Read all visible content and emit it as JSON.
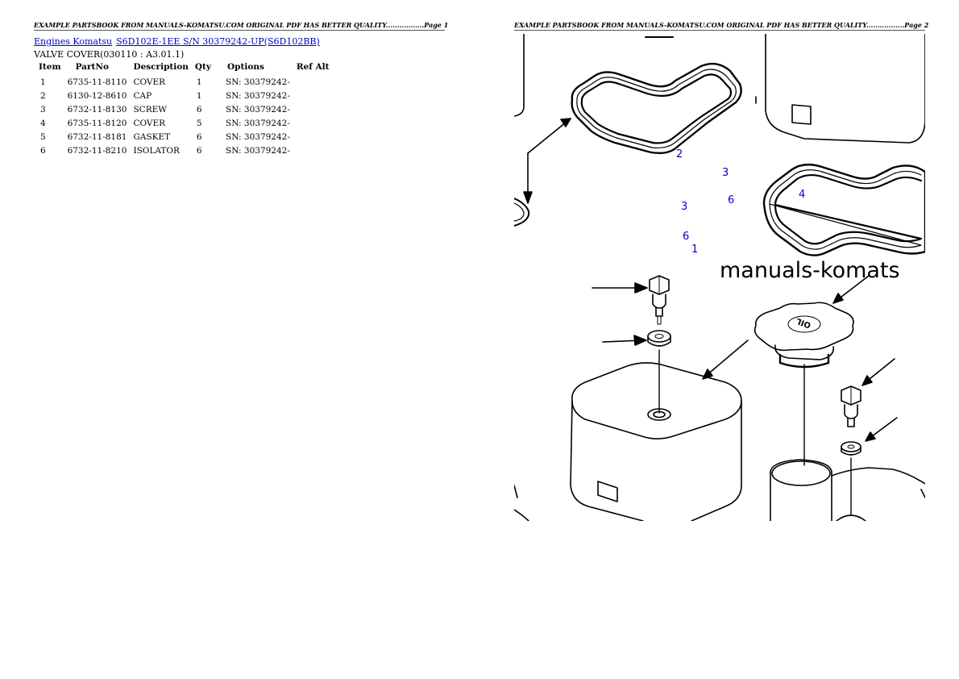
{
  "page1": {
    "header": "EXAMPLE PARTSBOOK FROM MANUALS-KOMATSU.COM ORIGINAL PDF HAS BETTER QUALITY.................Page 1",
    "breadcrumb": {
      "link1": "Engines Komatsu",
      "link2": "S6D102E-1EE S/N 30379242-UP(S6D102BB)"
    },
    "section_title": "VALVE COVER(030110 : A3.01.1)",
    "table": {
      "headers": [
        "Item",
        "PartNo",
        "Description",
        "Qty",
        "Options",
        "Ref Alt"
      ],
      "rows": [
        [
          "1",
          "6735-11-8110",
          "COVER",
          "1",
          "SN: 30379242-",
          ""
        ],
        [
          "2",
          "6130-12-8610",
          "CAP",
          "1",
          "SN: 30379242-",
          ""
        ],
        [
          "3",
          "6732-11-8130",
          "SCREW",
          "6",
          "SN: 30379242-",
          ""
        ],
        [
          "4",
          "6735-11-8120",
          "COVER",
          "5",
          "SN: 30379242-",
          ""
        ],
        [
          "5",
          "6732-11-8181",
          "GASKET",
          "6",
          "SN: 30379242-",
          ""
        ],
        [
          "6",
          "6732-11-8210",
          "ISOLATOR",
          "6",
          "SN: 30379242-",
          ""
        ]
      ]
    }
  },
  "page2": {
    "header": "EXAMPLE PARTSBOOK FROM MANUALS-KOMATSU.COM ORIGINAL PDF HAS BETTER QUALITY.................Page 2",
    "diagram": {
      "callouts": [
        "2",
        "3",
        "6",
        "4",
        "3",
        "6",
        "1"
      ],
      "watermark": "manuals-komats",
      "cap_marking": "OIL"
    }
  },
  "colors": {
    "link": "#0000cc",
    "callout": "#0000cc"
  }
}
